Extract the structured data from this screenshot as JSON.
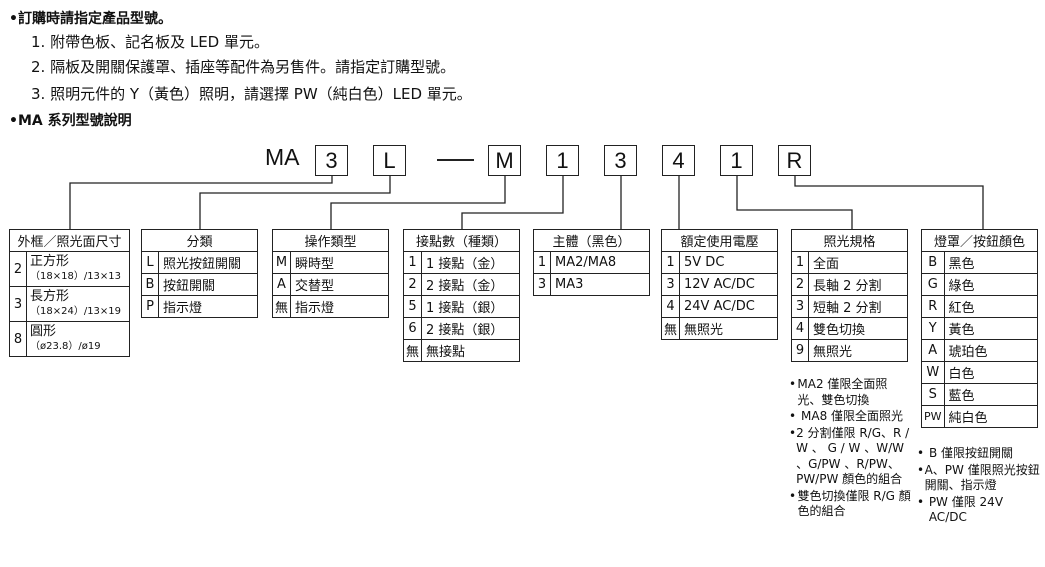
{
  "headings": {
    "order_title": "•訂購時請指定產品型號。",
    "series_title": "•MA 系列型號說明"
  },
  "notes": [
    "1. 附帶色板、記名板及 LED 單元。",
    "2. 隔板及開關保護罩、插座等配件為另售件。請指定訂購型號。",
    "3. 照明元件的 Y（黃色）照明，請選擇 PW（純白色）LED 單元。"
  ],
  "model_code": {
    "prefix": "MA",
    "boxes": [
      "3",
      "L",
      "M",
      "1",
      "3",
      "4",
      "1",
      "R"
    ]
  },
  "tables": {
    "frame": {
      "header": "外框／照光面尺寸",
      "rows": [
        {
          "k": "2",
          "name": "正方形",
          "sub": "（18×18）/13×13"
        },
        {
          "k": "3",
          "name": "長方形",
          "sub": "（18×24）/13×19"
        },
        {
          "k": "8",
          "name": "圓形",
          "sub": "（ø23.8）/ø19"
        }
      ]
    },
    "category": {
      "header": "分類",
      "rows": [
        {
          "k": "L",
          "v": "照光按鈕開關"
        },
        {
          "k": "B",
          "v": "按鈕開關"
        },
        {
          "k": "P",
          "v": "指示燈"
        }
      ]
    },
    "operation": {
      "header": "操作類型",
      "rows": [
        {
          "k": "M",
          "v": "瞬時型"
        },
        {
          "k": "A",
          "v": "交替型"
        },
        {
          "k": "無",
          "v": "指示燈"
        }
      ]
    },
    "contacts": {
      "header": "接點數（種類）",
      "rows": [
        {
          "k": "1",
          "v": "1 接點（金）"
        },
        {
          "k": "2",
          "v": "2 接點（金）"
        },
        {
          "k": "5",
          "v": "1 接點（銀）"
        },
        {
          "k": "6",
          "v": "2 接點（銀）"
        },
        {
          "k": "無",
          "v": "無接點"
        }
      ]
    },
    "body": {
      "header": "主體（黑色）",
      "rows": [
        {
          "k": "1",
          "v": "MA2/MA8"
        },
        {
          "k": "3",
          "v": "MA3"
        }
      ]
    },
    "voltage": {
      "header": "額定使用電壓",
      "rows": [
        {
          "k": "1",
          "v": "5V DC"
        },
        {
          "k": "3",
          "v": "12V AC/DC"
        },
        {
          "k": "4",
          "v": "24V AC/DC"
        },
        {
          "k": "無",
          "v": "無照光"
        }
      ]
    },
    "lighting": {
      "header": "照光規格",
      "rows": [
        {
          "k": "1",
          "v": "全面"
        },
        {
          "k": "2",
          "v": "長軸 2 分割"
        },
        {
          "k": "3",
          "v": "短軸 2 分割"
        },
        {
          "k": "4",
          "v": "雙色切換"
        },
        {
          "k": "9",
          "v": "無照光"
        }
      ]
    },
    "color": {
      "header": "燈罩／按鈕顏色",
      "rows": [
        {
          "k": "B",
          "v": "黑色"
        },
        {
          "k": "G",
          "v": "綠色"
        },
        {
          "k": "R",
          "v": "紅色"
        },
        {
          "k": "Y",
          "v": "黃色"
        },
        {
          "k": "A",
          "v": "琥珀色"
        },
        {
          "k": "W",
          "v": "白色"
        },
        {
          "k": "S",
          "v": "藍色"
        },
        {
          "k": "PW",
          "v": "純白色"
        }
      ]
    }
  },
  "footnotes": {
    "lighting": [
      "MA2 僅限全面照光、雙色切換",
      "MA8 僅限全面照光",
      "2 分割僅限 R/G、R / W 、 G / W 、W/W 、G/PW 、R/PW、PW/PW 顏色的組合",
      "雙色切換僅限 R/G 顏色的組合"
    ],
    "color": [
      "B 僅限按鈕開關",
      "A、PW 僅限照光按鈕開關、指示燈",
      "PW 僅限 24V AC/DC"
    ]
  }
}
